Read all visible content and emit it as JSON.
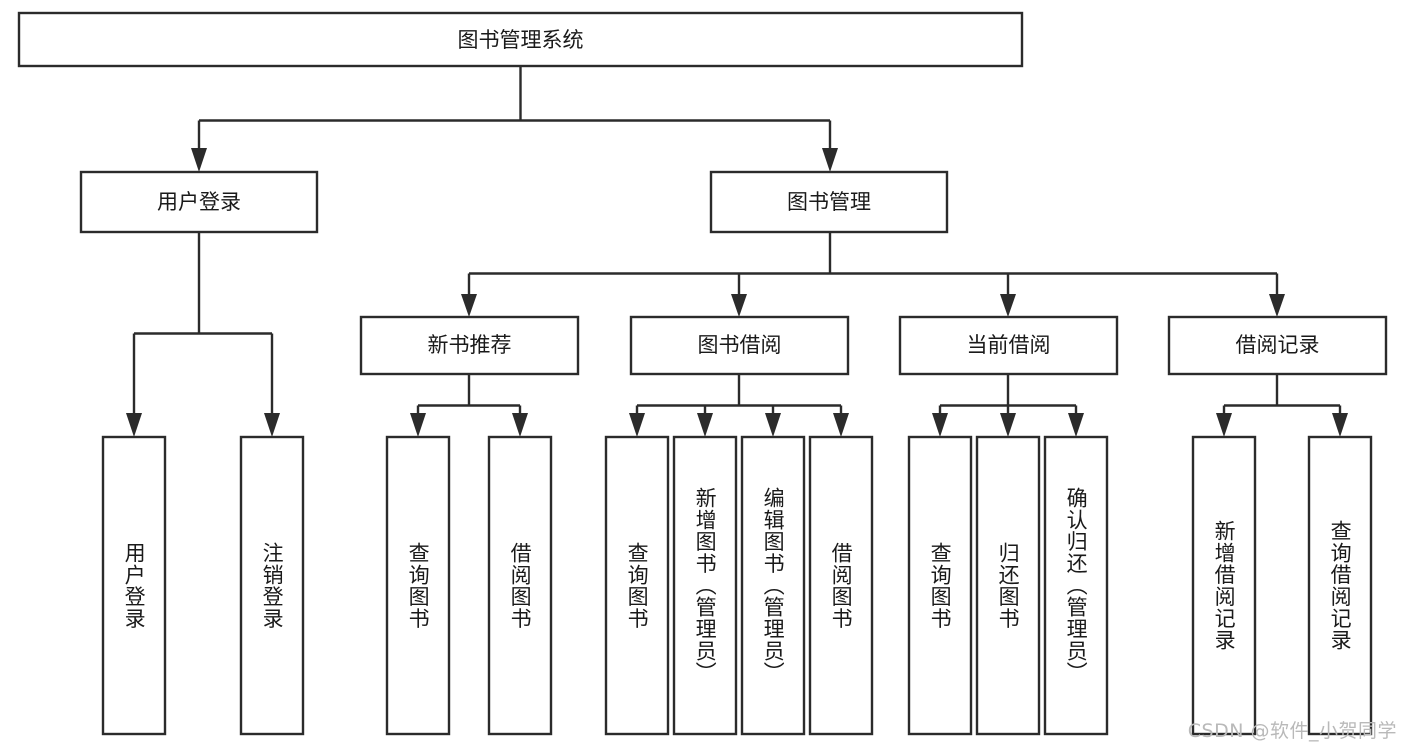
{
  "diagram": {
    "type": "tree-hierarchy",
    "title": "图书管理系统",
    "orientation": "top-down",
    "watermark": "CSDN @软件_小贺同学",
    "colors": {
      "box_stroke": "#2b2b2b",
      "box_fill": "#ffffff",
      "connector": "#2b2b2b",
      "text": "#1a1a1a",
      "watermark": "#b9b9b9",
      "background": "#ffffff"
    },
    "levels": {
      "root": "图书管理系统",
      "level2": [
        "用户登录",
        "图书管理"
      ],
      "level3": [
        "新书推荐",
        "图书借阅",
        "当前借阅",
        "借阅记录"
      ]
    },
    "nodes": {
      "root": {
        "label": "图书管理系统",
        "orientation": "horizontal"
      },
      "user_login": {
        "label": "用户登录",
        "orientation": "horizontal"
      },
      "book_manage": {
        "label": "图书管理",
        "orientation": "horizontal"
      },
      "new_book_rec": {
        "label": "新书推荐",
        "orientation": "horizontal"
      },
      "book_borrow": {
        "label": "图书借阅",
        "orientation": "horizontal"
      },
      "current_borrow": {
        "label": "当前借阅",
        "orientation": "horizontal"
      },
      "borrow_record": {
        "label": "借阅记录",
        "orientation": "horizontal"
      },
      "leaf_1": {
        "label": "用户登录",
        "orientation": "vertical",
        "parent": "用户登录"
      },
      "leaf_2": {
        "label": "注销登录",
        "orientation": "vertical",
        "parent": "用户登录"
      },
      "leaf_3": {
        "label": "查询图书",
        "orientation": "vertical",
        "parent": "新书推荐"
      },
      "leaf_4": {
        "label": "借阅图书",
        "orientation": "vertical",
        "parent": "新书推荐"
      },
      "leaf_5": {
        "label": "查询图书",
        "orientation": "vertical",
        "parent": "图书借阅"
      },
      "leaf_6": {
        "label": "新增图书（管理员）",
        "orientation": "vertical",
        "parent": "图书借阅"
      },
      "leaf_7": {
        "label": "编辑图书（管理员）",
        "orientation": "vertical",
        "parent": "图书借阅"
      },
      "leaf_8": {
        "label": "借阅图书",
        "orientation": "vertical",
        "parent": "图书借阅"
      },
      "leaf_9": {
        "label": "查询图书",
        "orientation": "vertical",
        "parent": "当前借阅"
      },
      "leaf_10": {
        "label": "归还图书",
        "orientation": "vertical",
        "parent": "当前借阅"
      },
      "leaf_11": {
        "label": "确认归还（管理员）",
        "orientation": "vertical",
        "parent": "当前借阅"
      },
      "leaf_12": {
        "label": "新增借阅记录",
        "orientation": "vertical",
        "parent": "借阅记录"
      },
      "leaf_13": {
        "label": "查询借阅记录",
        "orientation": "vertical",
        "parent": "借阅记录"
      }
    }
  }
}
